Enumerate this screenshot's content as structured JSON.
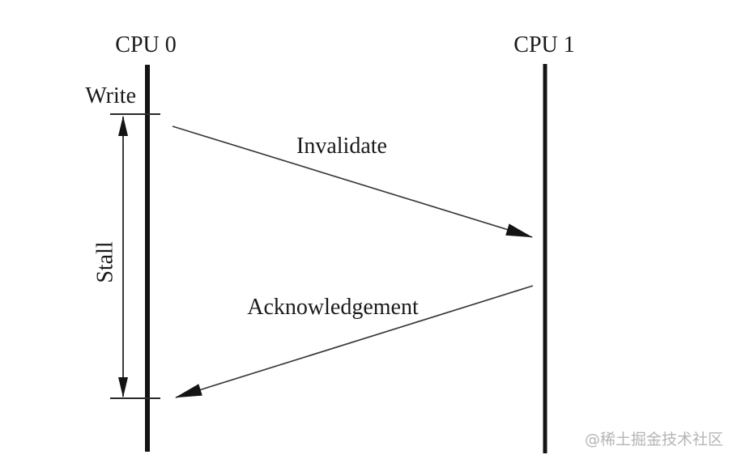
{
  "colors": {
    "ink": "#141414",
    "background": "#ffffff",
    "watermark_gray": "#b5b5b5"
  },
  "diagram": {
    "type": "message-sequence",
    "lifelines": [
      {
        "id": "cpu0",
        "label": "CPU 0"
      },
      {
        "id": "cpu1",
        "label": "CPU 1"
      }
    ],
    "events": [
      {
        "id": "write",
        "label": "Write",
        "lifeline": "cpu0"
      }
    ],
    "messages": [
      {
        "label": "Invalidate",
        "from": "cpu0",
        "to": "cpu1"
      },
      {
        "label": "Acknowledgement",
        "from": "cpu1",
        "to": "cpu0"
      }
    ],
    "durations": [
      {
        "label": "Stall",
        "lifeline": "cpu0"
      }
    ]
  },
  "watermark": {
    "text": "@稀土掘金技术社区"
  }
}
